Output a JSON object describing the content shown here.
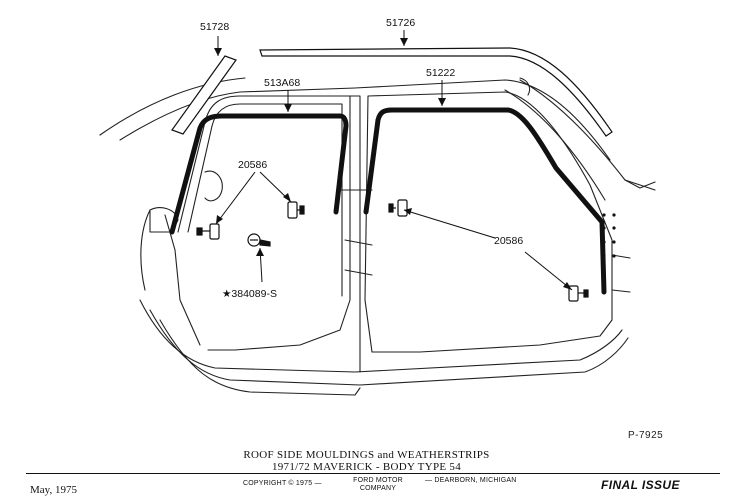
{
  "diagram": {
    "callouts": {
      "roof_drip_front": "51728",
      "roof_drip_rear": "51726",
      "front_door_weatherstrip": "513A68",
      "rear_door_weatherstrip": "51222",
      "retainer_left": "20586",
      "retainer_right": "20586",
      "screw": "★384089-S"
    },
    "plate_number": "P-7925"
  },
  "caption": {
    "line1": "ROOF SIDE MOULDINGS and WEATHERSTRIPS",
    "line2": "1971/72  MAVERICK - BODY TYPE 54"
  },
  "footer": {
    "date": "May, 1975",
    "copyright": "COPYRIGHT © 1975 —",
    "company_line1": "FORD MOTOR",
    "company_line2": "COMPANY",
    "location": "— DEARBORN, MICHIGAN",
    "status": "FINAL ISSUE"
  }
}
